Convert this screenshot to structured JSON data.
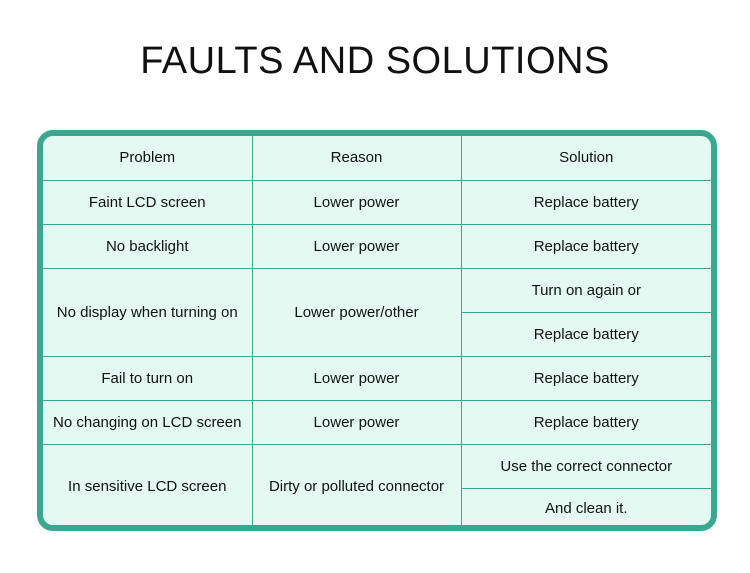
{
  "title": "FAULTS AND SOLUTIONS",
  "table": {
    "headers": [
      "Problem",
      "Reason",
      "Solution"
    ],
    "rows": [
      {
        "problem": "Faint LCD screen",
        "reason": "Lower power",
        "solution": [
          "Replace battery"
        ]
      },
      {
        "problem": "No backlight",
        "reason": "Lower power",
        "solution": [
          "Replace battery"
        ]
      },
      {
        "problem": "No display when turning on",
        "reason": "Lower power/other",
        "solution": [
          "Turn on again or",
          "Replace battery"
        ]
      },
      {
        "problem": "Fail to turn on",
        "reason": "Lower power",
        "solution": [
          "Replace battery"
        ]
      },
      {
        "problem": "No changing on LCD screen",
        "reason": "Lower power",
        "solution": [
          "Replace battery"
        ]
      },
      {
        "problem": "In sensitive LCD screen",
        "reason": "Dirty or polluted connector",
        "solution": [
          "Use the correct connector",
          "And clean it."
        ]
      }
    ]
  },
  "colors": {
    "border": "#3aa88e",
    "cell_background": "#e3f9f1",
    "text": "#111111"
  }
}
